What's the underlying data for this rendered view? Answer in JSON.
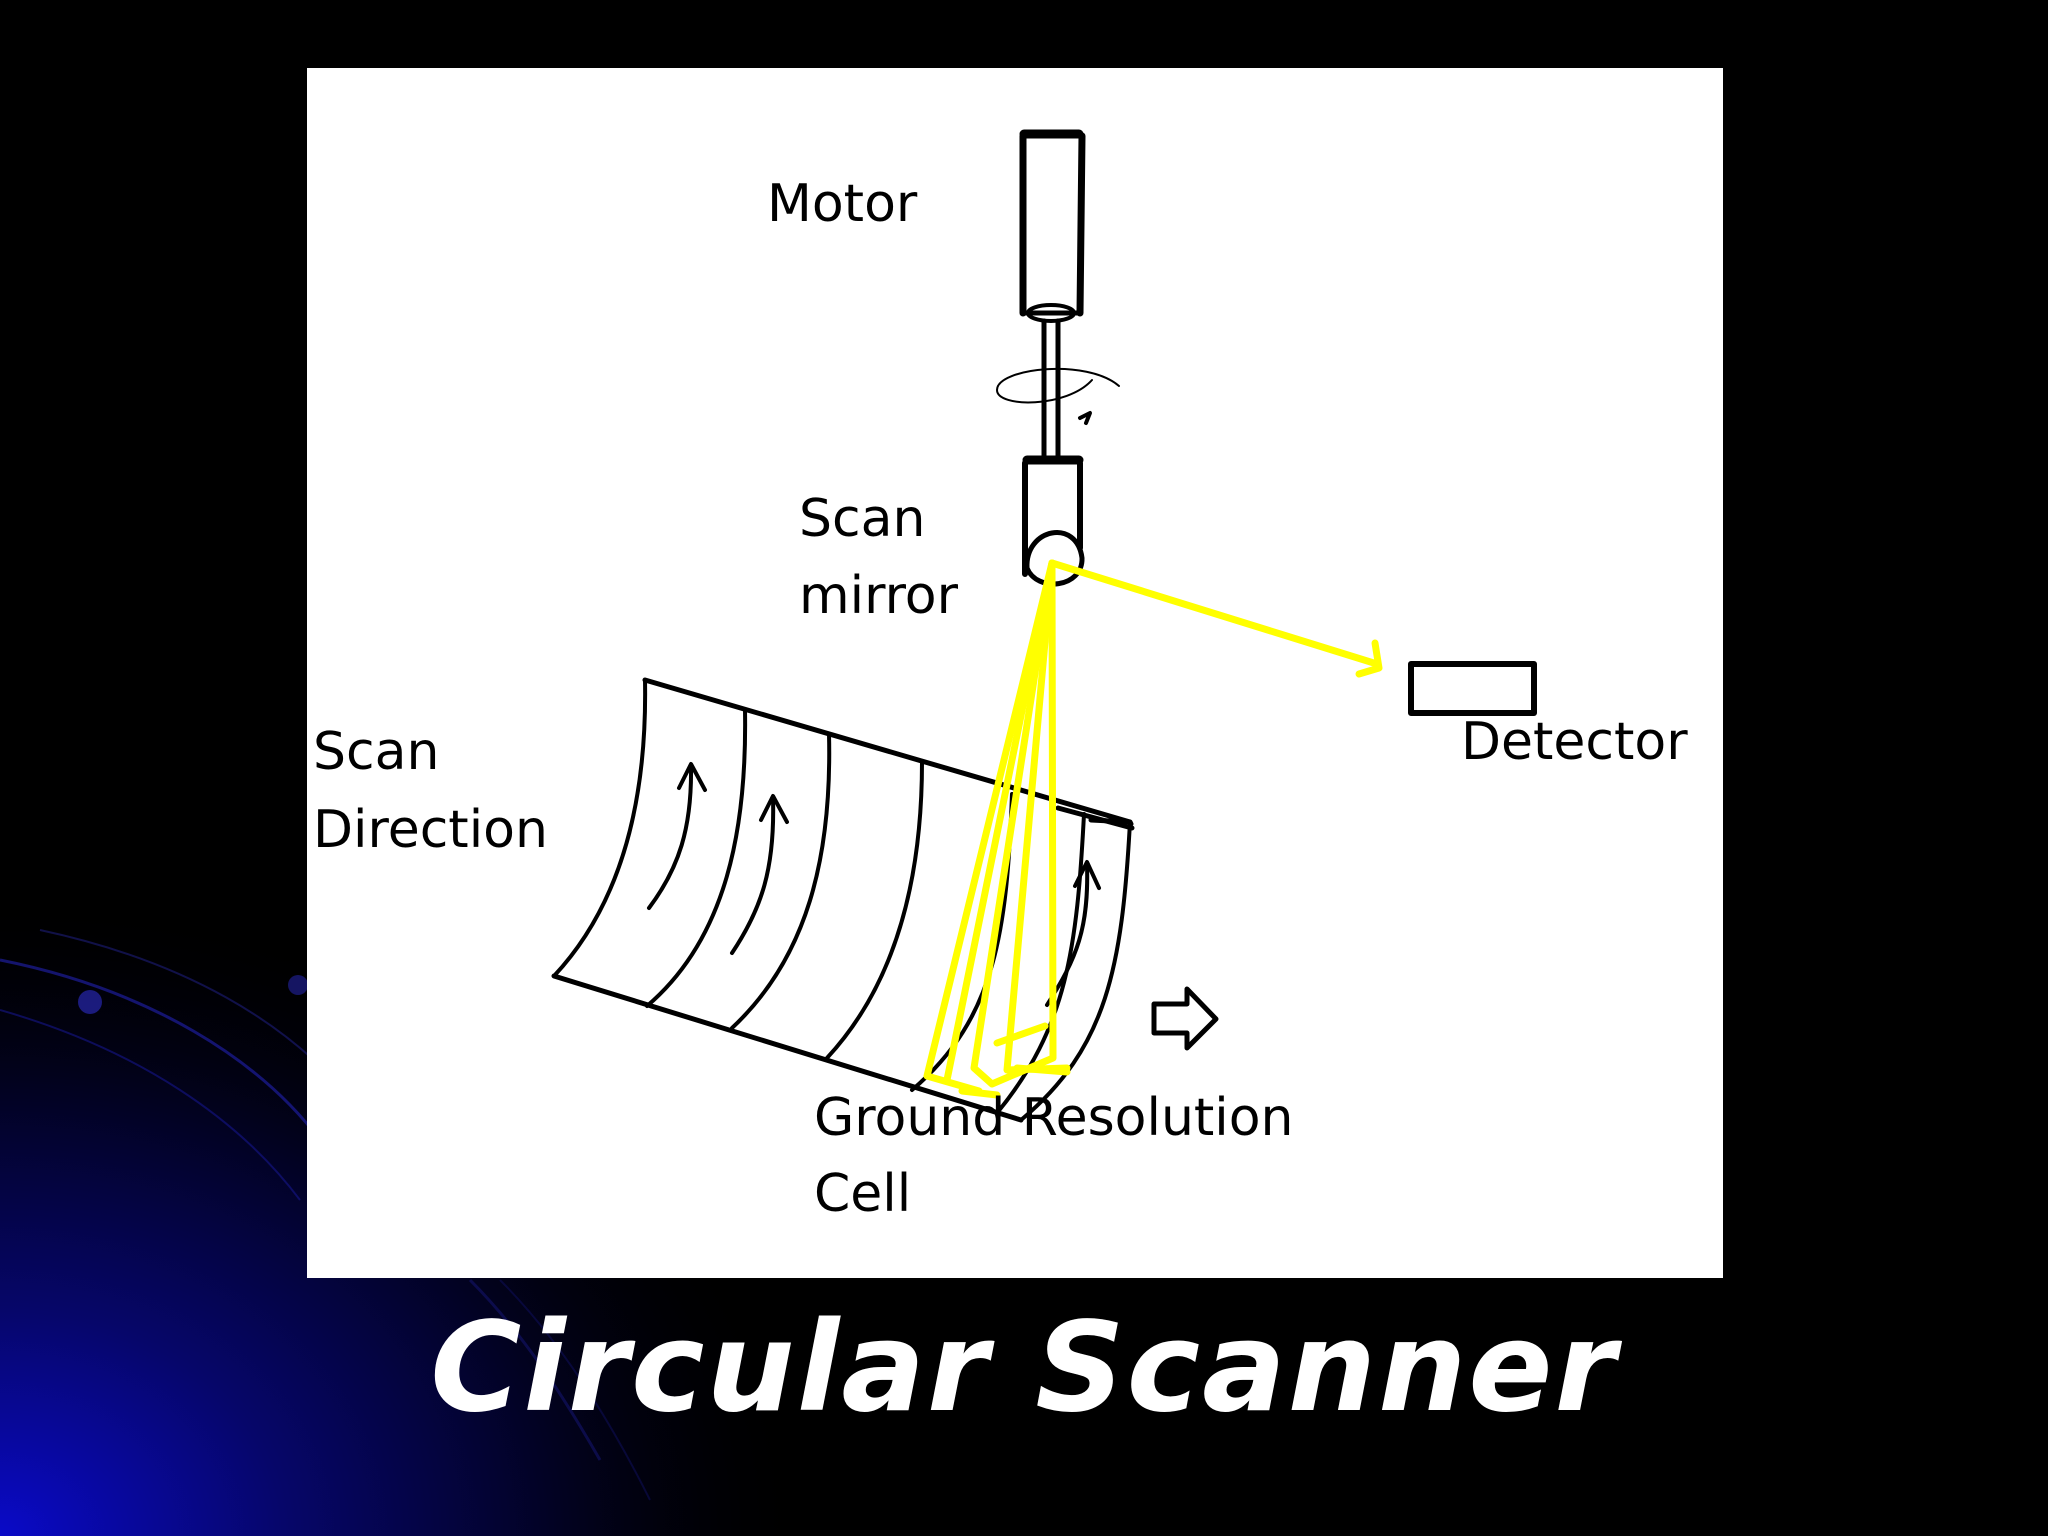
{
  "slide": {
    "title": "Circular Scanner"
  },
  "figure": {
    "labels": {
      "motor": "Motor",
      "scan_mirror_line1": "Scan",
      "scan_mirror_line2": "mirror",
      "detector": "Detector",
      "scan_direction_line1": "Scan",
      "scan_direction_line2": "Direction",
      "ground_cell_line1": "Ground Resolution",
      "ground_cell_line2": "Cell"
    }
  },
  "colors": {
    "background": "#000000",
    "panel": "#ffffff",
    "beam": "#ffff00",
    "title": "#ffffff",
    "accent_blue": "#1a1aff"
  }
}
